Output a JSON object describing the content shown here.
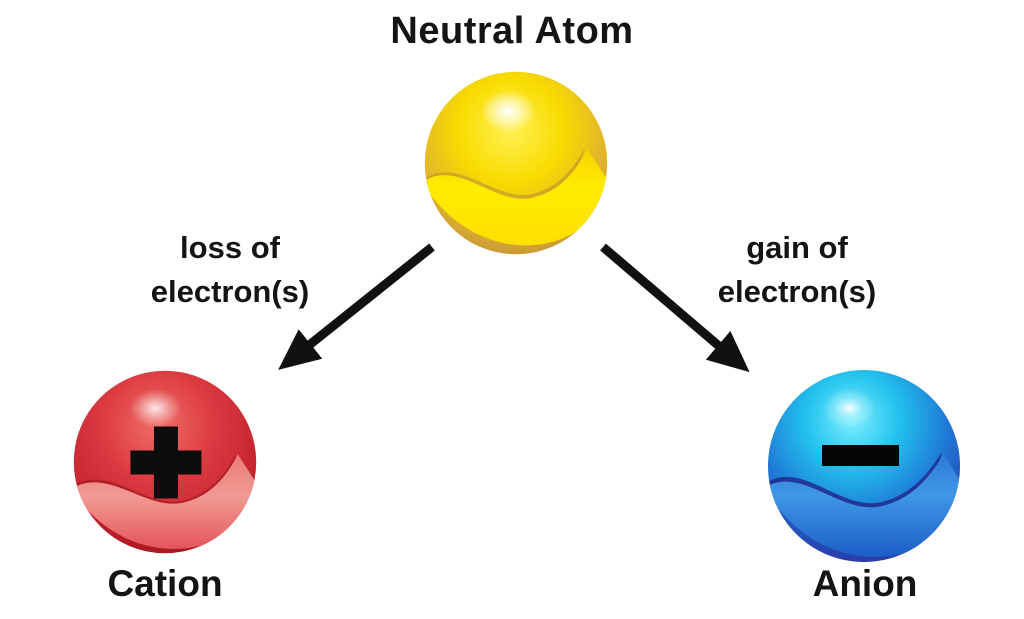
{
  "page": {
    "background_color": "#ffffff",
    "text_color": "#141414",
    "arrow_color": "#111111"
  },
  "diagram": {
    "title": "Neutral Atom",
    "neutral_atom": {
      "sphere_color": "#f6dc00",
      "charge_symbol": ""
    },
    "branches": {
      "left": {
        "process_line1": "loss of",
        "process_line2": "electron(s)",
        "result": "Cation",
        "charge_symbol": "+",
        "sphere_color": "#d93a3f"
      },
      "right": {
        "process_line1": "gain of",
        "process_line2": "electron(s)",
        "result": "Anion",
        "charge_symbol": "−",
        "sphere_color": "#1f6fd0"
      }
    }
  }
}
